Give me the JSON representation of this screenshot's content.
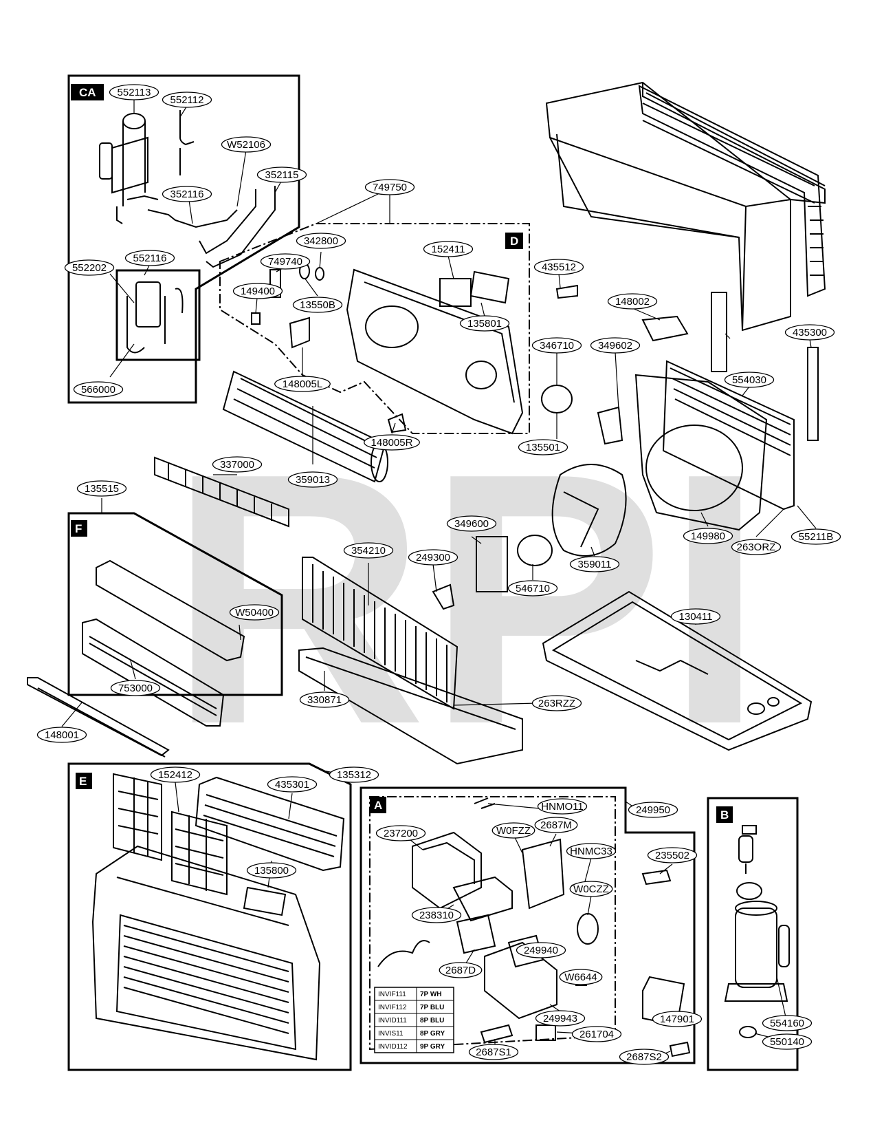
{
  "watermark": "RPI",
  "sections": {
    "CA": "CA",
    "D": "D",
    "F": "F",
    "E": "E",
    "A": "A",
    "B": "B"
  },
  "parts": {
    "p552113": "552113",
    "p552112": "552112",
    "pW52106": "W52106",
    "p352115": "352115",
    "p352116": "352116",
    "p552116": "552116",
    "p552202": "552202",
    "p566000": "566000",
    "p749750": "749750",
    "p342800": "342800",
    "p749740": "749740",
    "p149400": "149400",
    "p13550B": "13550B",
    "p152411": "152411",
    "p135801": "135801",
    "p148005L": "148005L",
    "p148005R": "148005R",
    "p359013": "359013",
    "p435512": "435512",
    "p148002": "148002",
    "p346710": "346710",
    "p349602": "349602",
    "p435300": "435300",
    "p554030": "554030",
    "p135501": "135501",
    "p337000": "337000",
    "p135515": "135515",
    "p349600": "349600",
    "p354210": "354210",
    "p249300": "249300",
    "p546710": "546710",
    "p359011": "359011",
    "p149980": "149980",
    "p263ORZ": "263ORZ",
    "p55211B": "55211B",
    "pW50400": "W50400",
    "p130411": "130411",
    "p753000": "753000",
    "p330871": "330871",
    "p263RZZ": "263RZZ",
    "p148001": "148001",
    "p135312": "135312",
    "p152412": "152412",
    "p435301": "435301",
    "p135800": "135800",
    "pHNMO11": "HNMO11",
    "p249950": "249950",
    "p237200": "237200",
    "pW0FZZ": "W0FZZ",
    "p2687M": "2687M",
    "pHNMC33": "HNMC33",
    "pW0CZZ": "W0CZZ",
    "p235502": "235502",
    "p238310": "238310",
    "p249940": "249940",
    "p2687D": "2687D",
    "pW6644": "W6644",
    "p249943": "249943",
    "p261704": "261704",
    "p2687S1": "2687S1",
    "p147901": "147901",
    "p2687S2": "2687S2",
    "p554160": "554160",
    "p550140": "550140"
  },
  "wire_table": [
    {
      "code": "INVIF111",
      "spec": "7P WH"
    },
    {
      "code": "INVIF112",
      "spec": "7P BLU"
    },
    {
      "code": "INVID111",
      "spec": "8P BLU"
    },
    {
      "code": "INVIS11",
      "spec": "8P GRY"
    },
    {
      "code": "INVID112",
      "spec": "9P GRY"
    }
  ]
}
